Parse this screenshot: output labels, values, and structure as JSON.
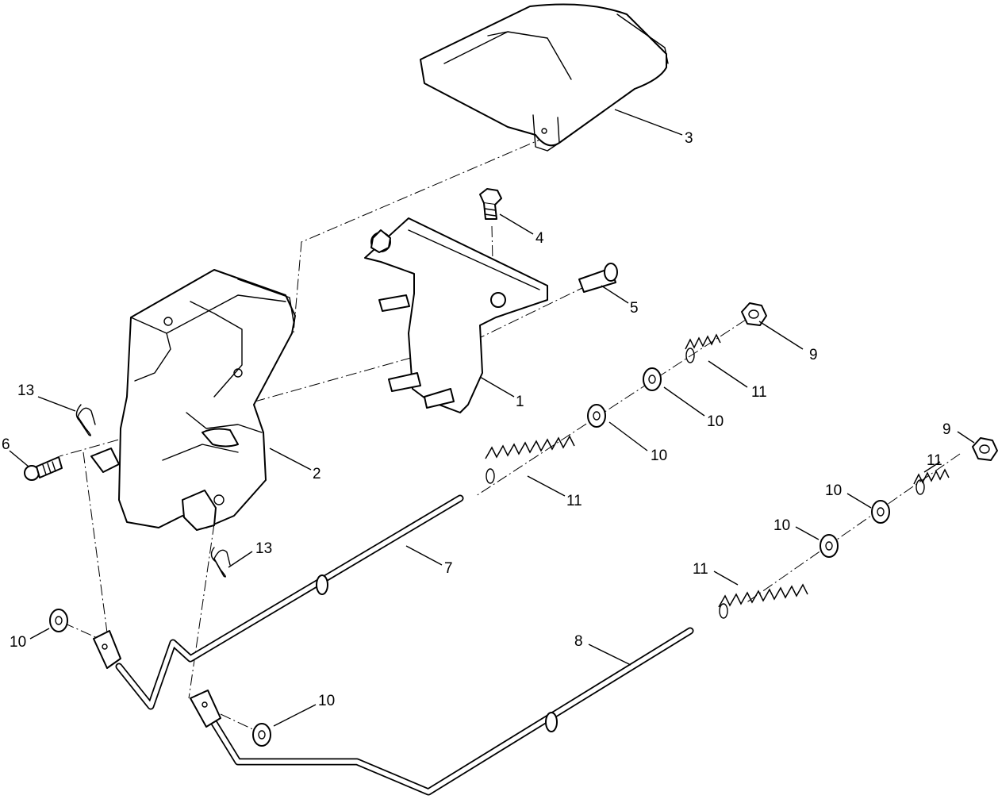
{
  "callouts": {
    "c1": "1",
    "c2": "2",
    "c3": "3",
    "c4": "4",
    "c5": "5",
    "c6": "6",
    "c7": "7",
    "c8": "8",
    "c9a": "9",
    "c9b": "9",
    "c10a": "10",
    "c10b": "10",
    "c10c": "10",
    "c10d": "10",
    "c10e": "10",
    "c10f": "10",
    "c11a": "11",
    "c11b": "11",
    "c11c": "11",
    "c11d": "11",
    "c13a": "13",
    "c13b": "13"
  }
}
